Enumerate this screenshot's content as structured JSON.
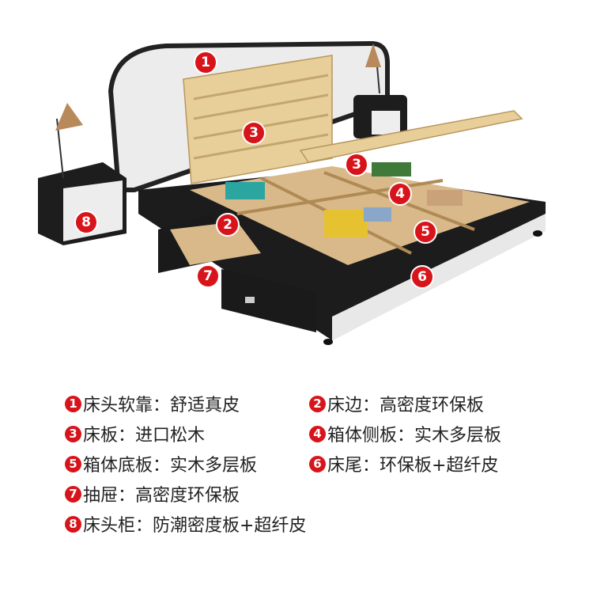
{
  "accent_color": "#d8141b",
  "markers": [
    "1",
    "2",
    "3",
    "3",
    "4",
    "5",
    "6",
    "7",
    "8"
  ],
  "legend": [
    {
      "num": "1",
      "text": "床头软靠：舒适真皮"
    },
    {
      "num": "2",
      "text": "床边：高密度环保板"
    },
    {
      "num": "3",
      "text": "床板：进口松木"
    },
    {
      "num": "4",
      "text": "箱体侧板：实木多层板"
    },
    {
      "num": "5",
      "text": "箱体底板：实木多层板"
    },
    {
      "num": "6",
      "text": "床尾：环保板+超纤皮"
    },
    {
      "num": "7",
      "text": "抽屉：高密度环保板"
    },
    {
      "num": "8",
      "text": "床头柜：防潮密度板+超纤皮"
    }
  ]
}
